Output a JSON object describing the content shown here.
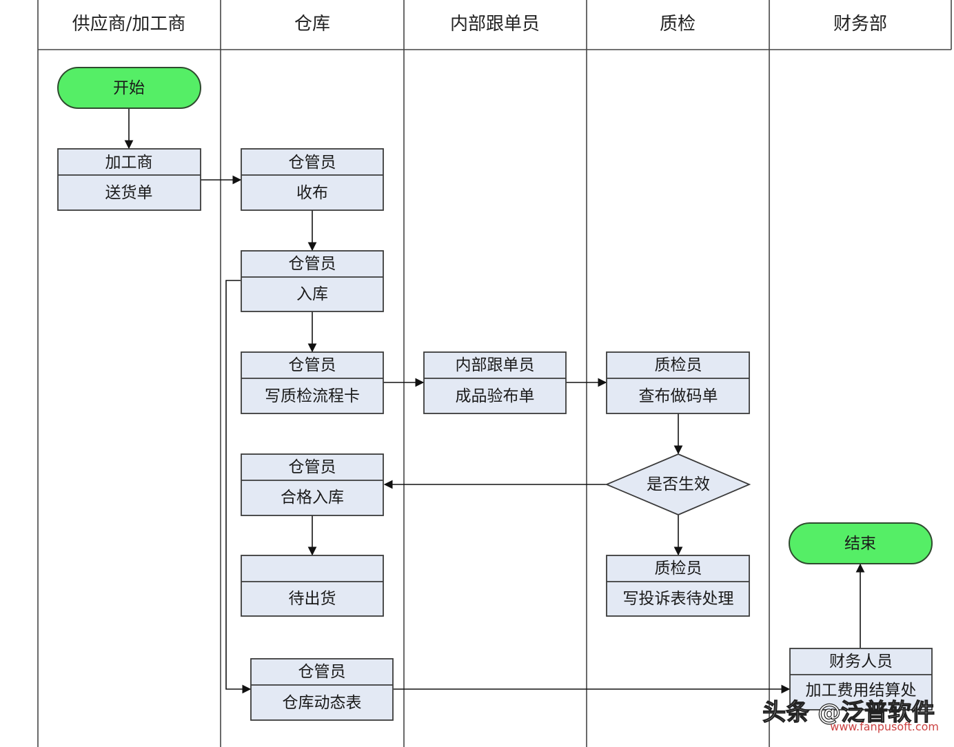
{
  "lanes": [
    {
      "id": "supplier",
      "title": "供应商/加工商"
    },
    {
      "id": "warehouse",
      "title": "仓库"
    },
    {
      "id": "tracker",
      "title": "内部跟单员"
    },
    {
      "id": "qc",
      "title": "质检"
    },
    {
      "id": "finance",
      "title": "财务部"
    }
  ],
  "terminals": {
    "start": "开始",
    "end": "结束"
  },
  "boxes": {
    "supplier_delivery": {
      "role": "加工商",
      "action": "送货单"
    },
    "receive": {
      "role": "仓管员",
      "action": "收布"
    },
    "stock_in": {
      "role": "仓管员",
      "action": "入库"
    },
    "qc_card": {
      "role": "仓管员",
      "action": "写质检流程卡"
    },
    "inspect": {
      "role": "内部跟单员",
      "action": "成品验布单"
    },
    "code_sheet": {
      "role": "质检员",
      "action": "查布做码单"
    },
    "qualified_in": {
      "role": "仓管员",
      "action": "合格入库"
    },
    "await_ship": {
      "role": "",
      "action": "待出货"
    },
    "complaint": {
      "role": "质检员",
      "action": "写投诉表待处理"
    },
    "dynamic": {
      "role": "仓管员",
      "action": "仓库动态表"
    },
    "settle": {
      "role": "财务人员",
      "action": "加工费用结算处"
    }
  },
  "decision": {
    "label": "是否生效"
  },
  "watermark": {
    "main": "头条 @泛普软件",
    "sub": "www.fanpusoft.com"
  },
  "colors": {
    "box_fill": "#e3e9f4",
    "box_stroke": "#3a3a3a",
    "terminal_fill": "#55ee66",
    "terminal_stroke": "#2e4a2e",
    "line": "#111111",
    "decision_fill": "#e3e9f4"
  }
}
